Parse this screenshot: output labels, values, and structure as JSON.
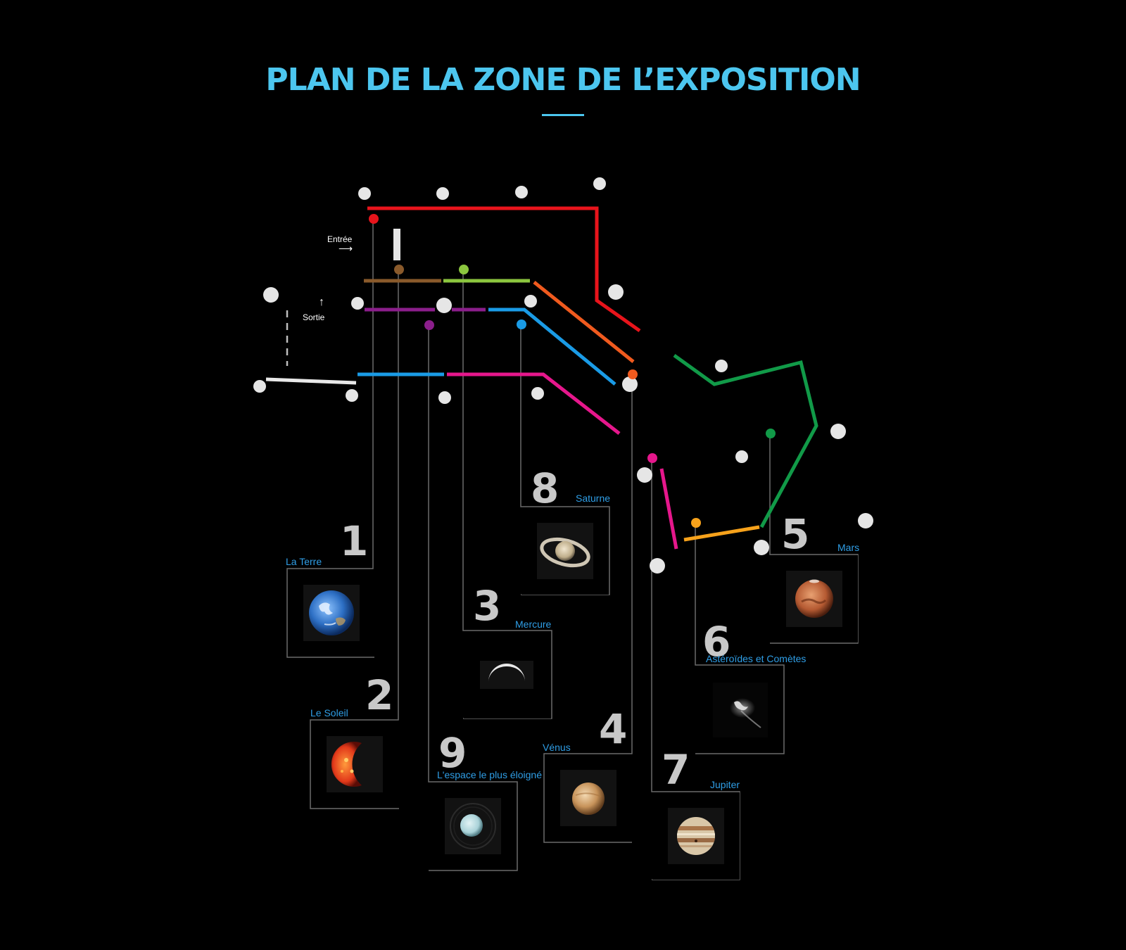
{
  "page": {
    "title": "PLAN DE LA ZONE DE L’EXPOSITION",
    "accent_color": "#4cc6ef",
    "label_color": "#2f9ee6"
  },
  "legend": {
    "entrance_label": "Entrée",
    "entrance_arrow": "⟶",
    "exit_label": "Sortie",
    "exit_arrow": "↑"
  },
  "route_colors": {
    "red": "#e8141b",
    "brown": "#8a5a2b",
    "lime": "#8cc63f",
    "purple": "#8b1e8b",
    "blue": "#1a9be6",
    "orange": "#f05a1e",
    "magenta": "#e6178c",
    "green": "#119a48",
    "amber": "#f7a21b",
    "white": "#e8e8e8"
  },
  "stations": [
    {
      "number": "1",
      "name": "La Terre",
      "icon": "earth-image"
    },
    {
      "number": "2",
      "name": "Le Soleil",
      "icon": "sun-image"
    },
    {
      "number": "3",
      "name": "Mercure",
      "icon": "mercury-crescent-image"
    },
    {
      "number": "4",
      "name": "Vénus",
      "icon": "venus-image"
    },
    {
      "number": "5",
      "name": "Mars",
      "icon": "mars-image"
    },
    {
      "number": "6",
      "name": "Astéroïdes et Comètes",
      "icon": "comet-image"
    },
    {
      "number": "7",
      "name": "Jupiter",
      "icon": "jupiter-image"
    },
    {
      "number": "8",
      "name": "Saturne",
      "icon": "saturn-image"
    },
    {
      "number": "9",
      "name": "L'espace le plus éloigné",
      "icon": "uranus-image"
    }
  ]
}
